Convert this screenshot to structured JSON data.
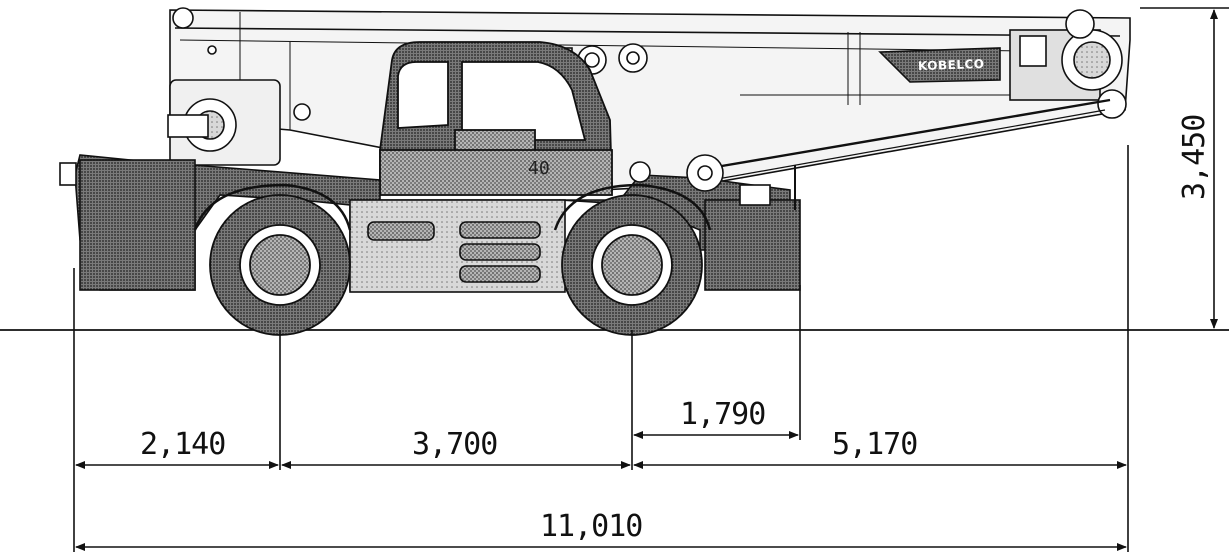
{
  "diagram": {
    "brand_text": "KOBELCO",
    "model_mark": "40",
    "dimensions": {
      "height": "3,450",
      "rear_overhang": "2,140",
      "wheelbase": "3,700",
      "front_to_support": "1,790",
      "front_overhang": "5,170",
      "overall_length": "11,010"
    },
    "colors": {
      "line": "#111111",
      "fill_dark": "#6a6a6a",
      "fill_mid": "#9a9a9a",
      "fill_light": "#e8e8e8"
    }
  }
}
